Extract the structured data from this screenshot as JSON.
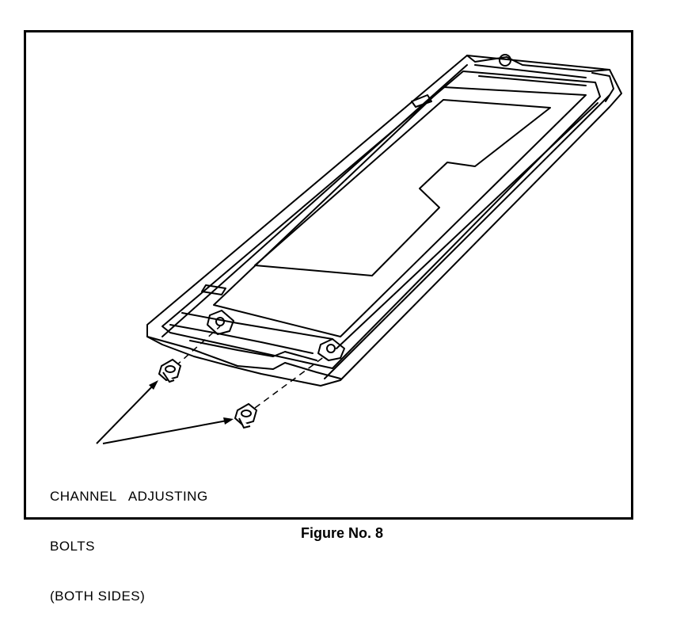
{
  "callout": {
    "line1": "CHANNEL   ADJUSTING",
    "line2": "BOLTS",
    "line3": "(BOTH SIDES)"
  },
  "caption": "Figure No. 8",
  "colors": {
    "ink": "#000000",
    "paper": "#ffffff"
  }
}
